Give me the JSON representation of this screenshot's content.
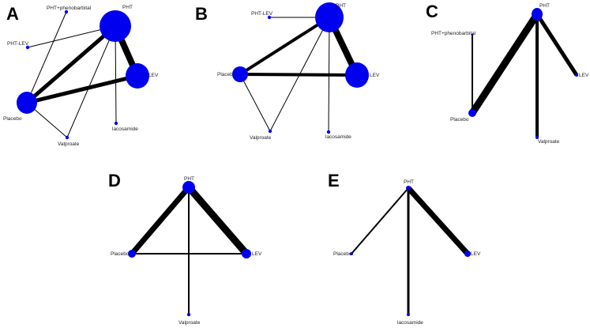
{
  "panels": [
    {
      "letter": "A",
      "nodes": [
        {
          "id": "pht_pheno",
          "label": "PHT+phenobarbital"
        },
        {
          "id": "pht",
          "label": "PHT"
        },
        {
          "id": "pht_lev",
          "label": "PHT-LEV"
        },
        {
          "id": "lev",
          "label": "LEV"
        },
        {
          "id": "placebo",
          "label": "Placebo"
        },
        {
          "id": "lacosamide",
          "label": "lacosamide"
        },
        {
          "id": "valproate",
          "label": "Valproate"
        }
      ]
    },
    {
      "letter": "B",
      "nodes": [
        {
          "id": "pht",
          "label": "PHT"
        },
        {
          "id": "pht_lev",
          "label": "PHT-LEV"
        },
        {
          "id": "lev",
          "label": "LEV"
        },
        {
          "id": "placebo",
          "label": "Placebo"
        },
        {
          "id": "valproate",
          "label": "Valproate"
        },
        {
          "id": "lacosamide",
          "label": "lacosamide"
        }
      ]
    },
    {
      "letter": "C",
      "nodes": [
        {
          "id": "pht",
          "label": "PHT"
        },
        {
          "id": "pht_pheno",
          "label": "PHT+phenobarbital"
        },
        {
          "id": "lev",
          "label": "LEV"
        },
        {
          "id": "placebo",
          "label": "Placebo"
        },
        {
          "id": "valproate",
          "label": "Valproate"
        }
      ]
    },
    {
      "letter": "D",
      "nodes": [
        {
          "id": "pht",
          "label": "PHT"
        },
        {
          "id": "placebo",
          "label": "Placebo"
        },
        {
          "id": "lev",
          "label": "LEV"
        },
        {
          "id": "valproate",
          "label": "Valproate"
        }
      ]
    },
    {
      "letter": "E",
      "nodes": [
        {
          "id": "pht",
          "label": "PHT"
        },
        {
          "id": "placebo",
          "label": "Placebo"
        },
        {
          "id": "lev",
          "label": "LEV"
        },
        {
          "id": "lacosamide",
          "label": "lacosamide"
        }
      ]
    }
  ],
  "colors": {
    "node": "#0000ee",
    "edge": "#000000"
  }
}
